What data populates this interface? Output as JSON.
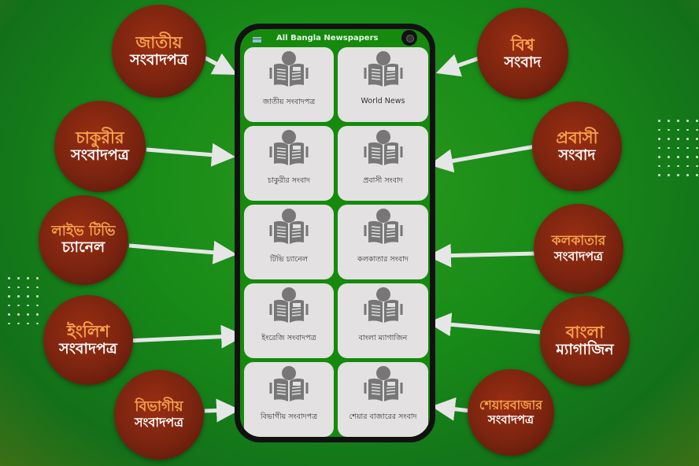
{
  "app": {
    "title": "All Bangla Newspapers",
    "menu_icon": "hamburger-icon"
  },
  "tiles": [
    {
      "label": "জাতীয় সংবাদপত্র",
      "icon": "newspaper-reader-icon"
    },
    {
      "label": "World News",
      "icon": "newspaper-reader-icon"
    },
    {
      "label": "চাকুরীর সংবাদ",
      "icon": "newspaper-reader-icon"
    },
    {
      "label": "প্রবাসী সংবাদ",
      "icon": "newspaper-reader-icon"
    },
    {
      "label": "টিভি চ্যানেল",
      "icon": "newspaper-reader-icon"
    },
    {
      "label": "কলকাতার সংবাদ",
      "icon": "newspaper-reader-icon"
    },
    {
      "label": "ইংরেজি সংবাদপত্র",
      "icon": "newspaper-reader-icon"
    },
    {
      "label": "বাংলা ম্যাগাজিন",
      "icon": "newspaper-reader-icon"
    },
    {
      "label": "বিভাগীয় সংবাদপত্র",
      "icon": "newspaper-reader-icon"
    },
    {
      "label": "শেয়ার বাজারের সংবাদ",
      "icon": "newspaper-reader-icon"
    }
  ],
  "callouts_left": [
    {
      "line1": "জাতীয়",
      "line2": "সংবাদপত্র"
    },
    {
      "line1": "চাকুরীর",
      "line2": "সংবাদপত্র"
    },
    {
      "line1": "লাইভ টিভি",
      "line2": "চ্যানেল"
    },
    {
      "line1": "ইংলিশ",
      "line2": "সংবাদপত্র"
    },
    {
      "line1": "বিভাগীয়",
      "line2": "সংবাদপত্র"
    }
  ],
  "callouts_right": [
    {
      "line1": "বিশ্ব",
      "line2": "সংবাদ"
    },
    {
      "line1": "প্রবাসী",
      "line2": "সংবাদ"
    },
    {
      "line1": "কলকাতার",
      "line2": "সংবাদপত্র"
    },
    {
      "line1": "বাংলা",
      "line2": "ম্যাগাজিন"
    },
    {
      "line1": "শেয়ারবাজার",
      "line2": "সংবাদপত্র"
    }
  ],
  "colors": {
    "background": "#178a18",
    "screen": "#158a0c",
    "bubble": "#7a2410",
    "bubble_title": "#f5a24a",
    "tile": "#e3e1e1"
  }
}
